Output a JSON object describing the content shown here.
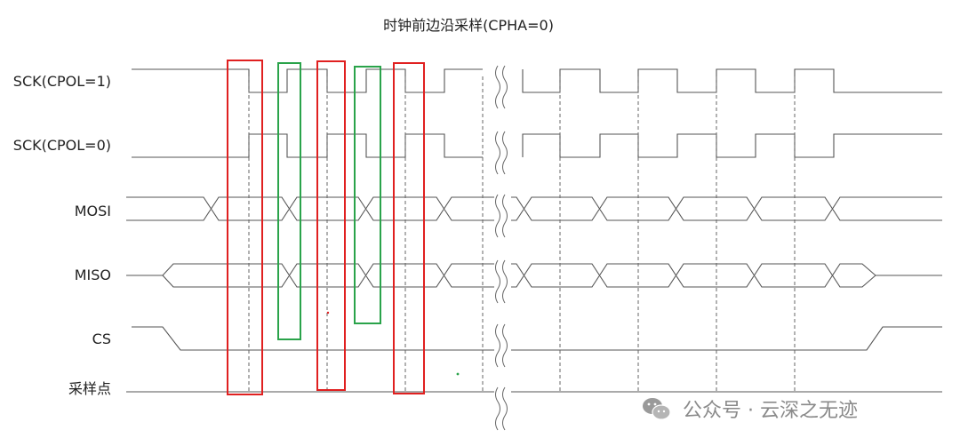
{
  "title": "时钟前边沿采样(CPHA=0)",
  "signals": {
    "sck_cpol1": "SCK(CPOL=1)",
    "sck_cpol0": "SCK(CPOL=0)",
    "mosi": "MOSI",
    "miso": "MISO",
    "cs": "CS",
    "sample": "采样点"
  },
  "watermark": "公众号 · 云深之无迹",
  "colors": {
    "sample_edge_box": "#e02020",
    "shift_edge_box": "#2aa34a",
    "waveform": "#555555"
  },
  "icons": [
    "wechat-icon"
  ]
}
